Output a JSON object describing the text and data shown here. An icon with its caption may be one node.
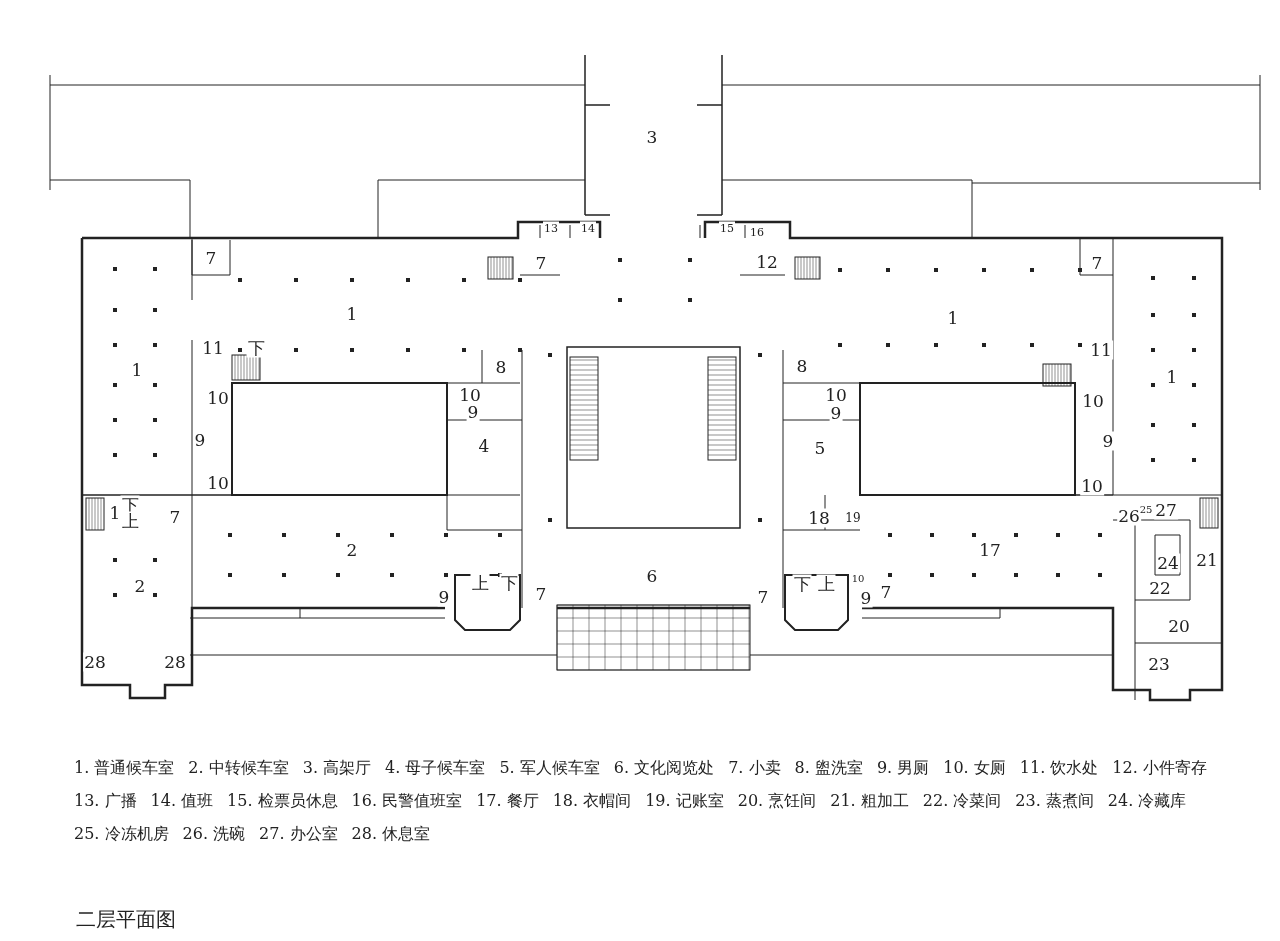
{
  "diagram": {
    "title": "二层平面图",
    "labels": [
      "3",
      "13",
      "14",
      "15",
      "16",
      "7",
      "7",
      "12",
      "7",
      "1",
      "1",
      "11",
      "下",
      "8",
      "8",
      "11",
      "1",
      "1",
      "10",
      "10",
      "10",
      "10",
      "9",
      "9",
      "9",
      "4",
      "5",
      "9",
      "10",
      "10",
      "1",
      "下",
      "上",
      "7",
      "18",
      "19",
      "26",
      "25",
      "27",
      "2",
      "17",
      "24",
      "21",
      "6",
      "上",
      "下",
      "下",
      "上",
      "10",
      "2",
      "22",
      "9",
      "7",
      "7",
      "9",
      "7",
      "20",
      "28",
      "28",
      "23",
      "1. 普通候车室",
      "2. 中转候车室",
      "3. 高架厅",
      "4. 母子候车室",
      "5. 军人候车室",
      "6. 文化阅览处",
      "7. 小卖",
      "8. 盥洗室",
      "9. 男厕",
      "10. 女厕",
      "11. 饮水处",
      "12. 小件寄存",
      "13. 广播",
      "14. 值班",
      "15. 检票员休息",
      "16. 民警值班室",
      "17. 餐厅",
      "18. 衣帽间",
      "19. 记账室",
      "20. 烹饪间",
      "21. 粗加工",
      "22. 冷菜间",
      "23. 蒸煮间",
      "24. 冷藏库",
      "25. 冷冻机房",
      "26. 洗碗",
      "27. 办公室",
      "28. 休息室"
    ]
  }
}
